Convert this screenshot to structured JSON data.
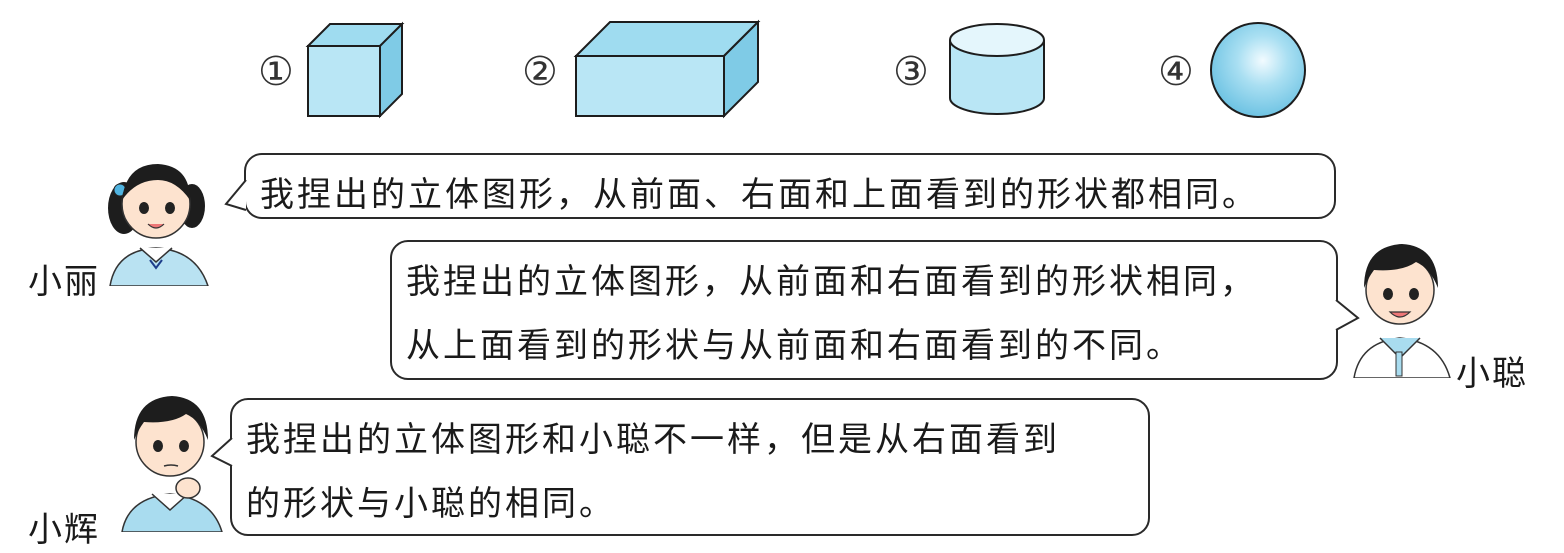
{
  "shapes": [
    {
      "number": "①",
      "name": "cube-icon"
    },
    {
      "number": "②",
      "name": "cuboid-icon"
    },
    {
      "number": "③",
      "name": "cylinder-icon"
    },
    {
      "number": "④",
      "name": "sphere-icon"
    }
  ],
  "speakers": {
    "xiaoli": {
      "name": "小丽",
      "lines": [
        "我捏出的立体图形，从前面、右面和上面看到的形状都相同。"
      ]
    },
    "xiaocong": {
      "name": "小聪",
      "lines": [
        "我捏出的立体图形，从前面和右面看到的形状相同，",
        "从上面看到的形状与从前面和右面看到的不同。"
      ]
    },
    "xiaohui": {
      "name": "小辉",
      "lines": [
        "我捏出的立体图形和小聪不一样，但是从右面看到",
        "的形状与小聪的相同。"
      ]
    }
  },
  "colors": {
    "shape_front": "#b9e6f5",
    "shape_top": "#9fdcf0",
    "shape_side": "#7fcbe6",
    "outline": "#1d1d1d",
    "shirt": "#a9dcef"
  }
}
